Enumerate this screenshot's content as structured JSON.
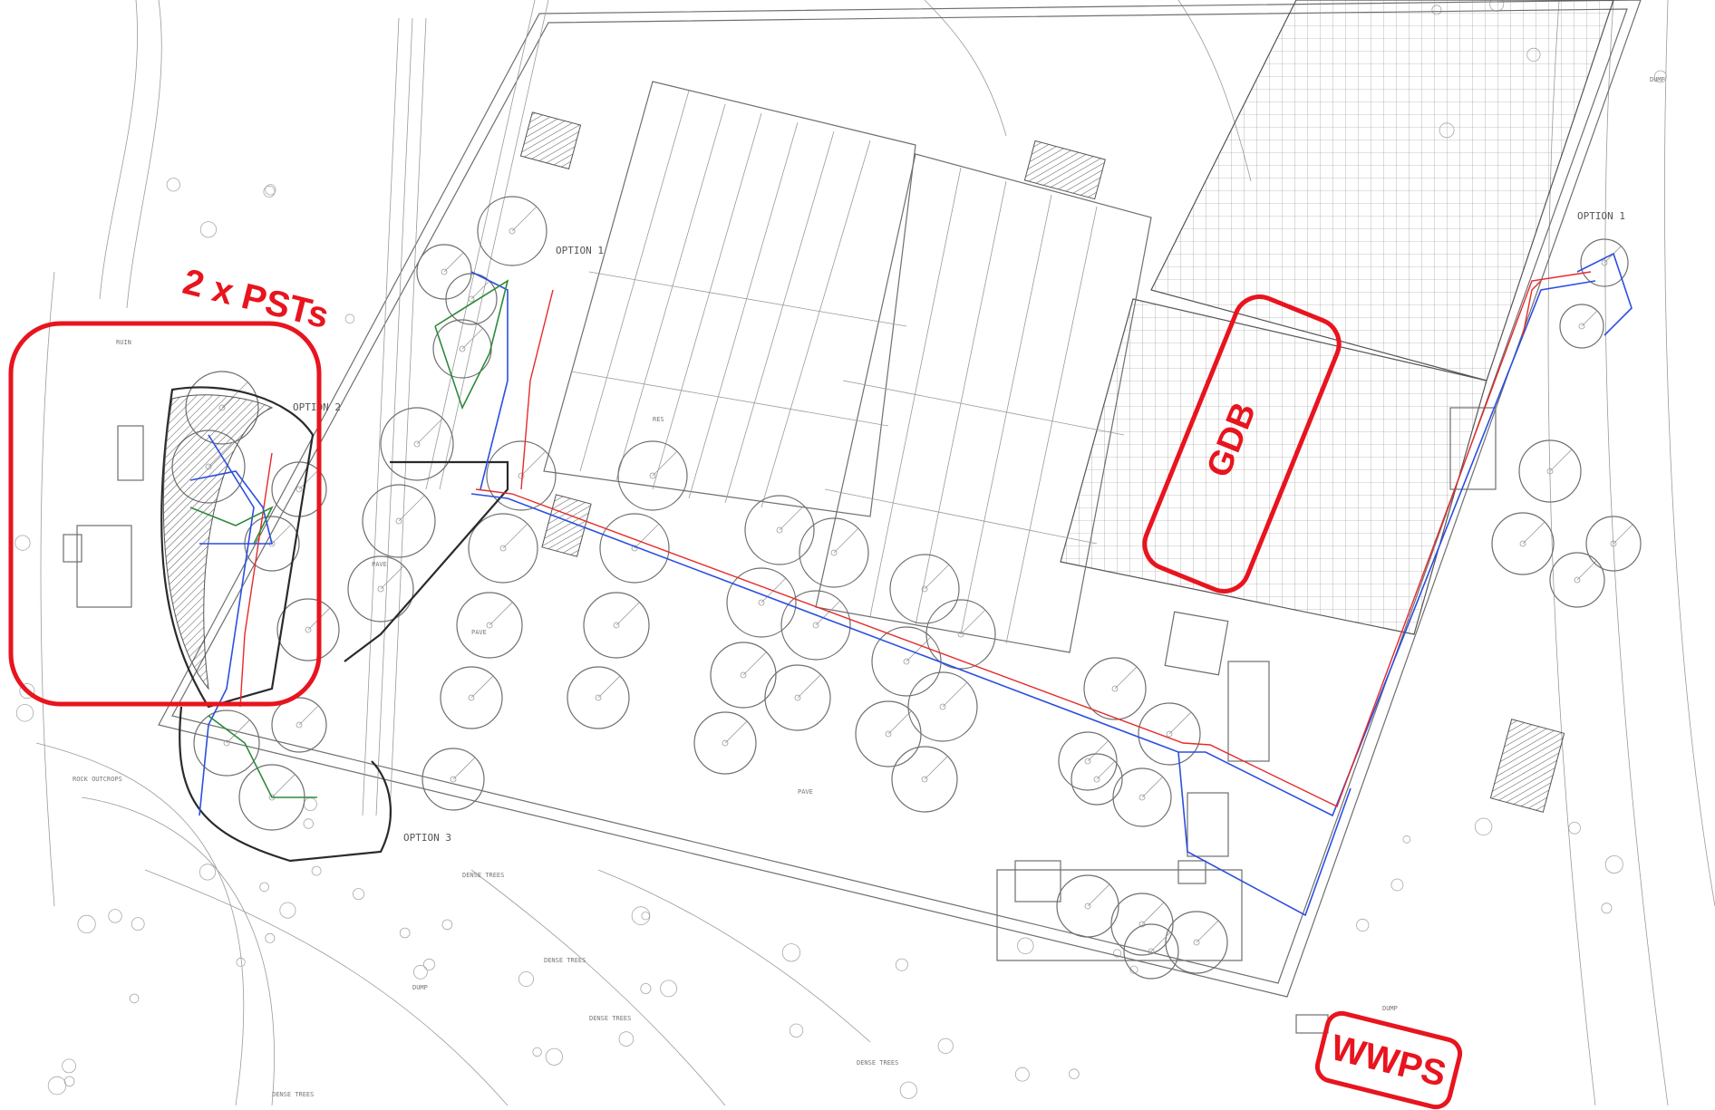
{
  "callouts": {
    "psts": "2 x PSTs",
    "gdb": "GDB",
    "wwps": "WWPS"
  },
  "options": {
    "option1_center": "OPTION 1",
    "option1_right": "OPTION 1",
    "option2": "OPTION 2",
    "option3": "OPTION 3"
  },
  "notes": {
    "dense_trees": "DENSE TREES",
    "dense_trees_2": "DENSE TREES",
    "dense_trees_3": "DENSE TREES",
    "dense_trees_4": "DENSE TREES",
    "dense_trees_5": "DENSE TREES",
    "dump": "DUMP",
    "dump_2": "DUMP",
    "dump_3": "DUMP",
    "rock_outcrops": "ROCK OUTCROPS",
    "pave": "PAVE",
    "pave_2": "PAVE",
    "pave_3": "PAVE",
    "res": "RES",
    "ruin": "RUIN"
  },
  "colors": {
    "callout": "#e8141e",
    "pipe_blue": "#2b4fe0",
    "pipe_red": "#e62a2a",
    "pipe_green": "#2f8a3a",
    "linework": "#6f6f6f"
  }
}
